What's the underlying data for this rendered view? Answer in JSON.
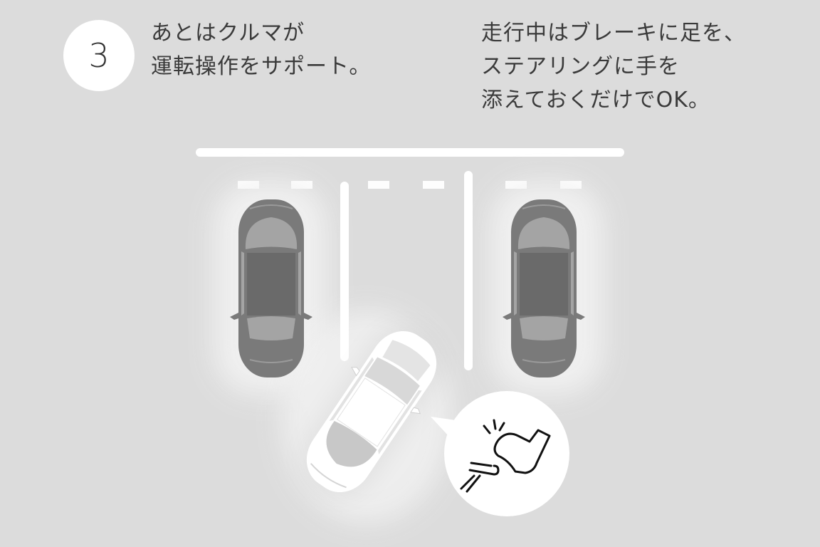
{
  "step": {
    "number": "3"
  },
  "caption_left": {
    "lines": [
      "あとはクルマが",
      "運転操作をサポート。"
    ]
  },
  "caption_right": {
    "lines": [
      "走行中はブレーキに足を、",
      "ステアリングに手を",
      "添えておくだけでOK。"
    ]
  },
  "colors": {
    "background": "#dcdcdc",
    "parked_car": "#7a7a7a",
    "moving_car": "#ffffff",
    "lines": "#ffffff",
    "text": "#3a3a3a"
  },
  "icons": {
    "bubble": "foot-on-brake-pedal-icon"
  }
}
